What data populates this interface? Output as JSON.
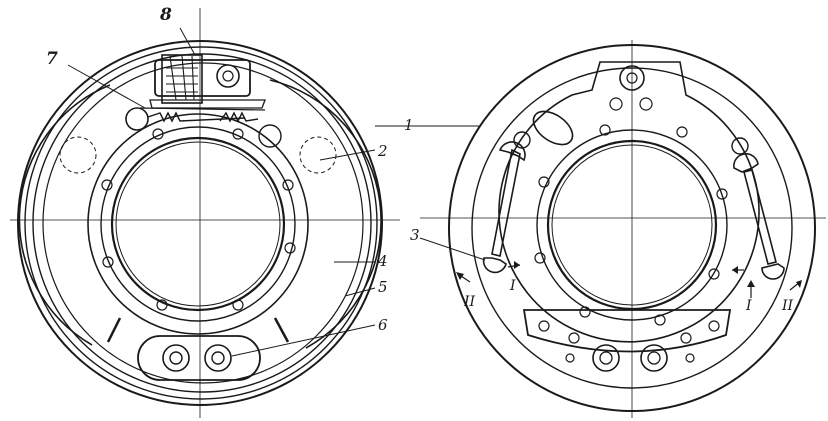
{
  "figure": {
    "callouts": [
      {
        "id": "1",
        "label": "1"
      },
      {
        "id": "2",
        "label": "2"
      },
      {
        "id": "3",
        "label": "3"
      },
      {
        "id": "4",
        "label": "4"
      },
      {
        "id": "5",
        "label": "5"
      },
      {
        "id": "6",
        "label": "6"
      },
      {
        "id": "7",
        "label": "7"
      },
      {
        "id": "8",
        "label": "8"
      }
    ],
    "direction_marks": [
      {
        "id": "left-II",
        "label": "II"
      },
      {
        "id": "left-I",
        "label": "I"
      },
      {
        "id": "right-I",
        "label": "I"
      },
      {
        "id": "right-II",
        "label": "II"
      }
    ]
  },
  "colors": {
    "ink": "#1a1a1a",
    "background": "#ffffff"
  }
}
